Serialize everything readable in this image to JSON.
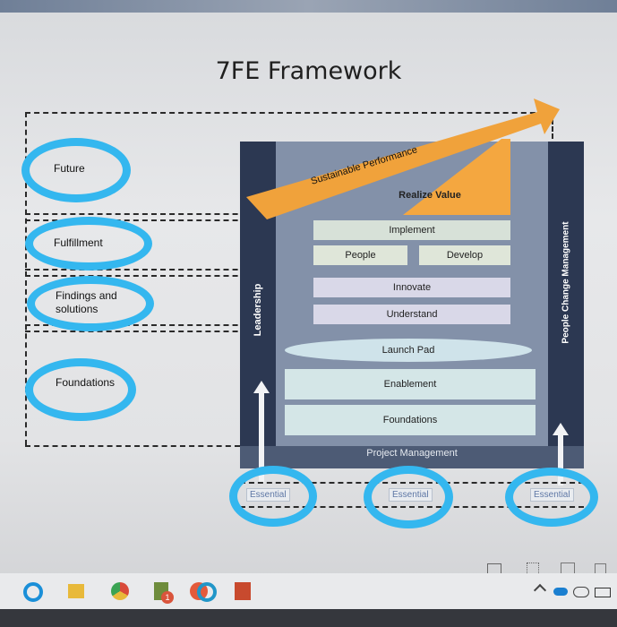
{
  "slide": {
    "title": "7FE Framework",
    "stages": {
      "future": "Future",
      "fulfillment": "Fulfillment",
      "findings": "Findings and solutions",
      "foundations": "Foundations"
    },
    "arrow_label": "Sustainable Performance",
    "layers": {
      "realize_value": "Realize Value",
      "implement": "Implement",
      "people": "People",
      "develop": "Develop",
      "innovate": "Innovate",
      "understand": "Understand",
      "launch_pad": "Launch Pad",
      "enablement": "Enablement",
      "foundations": "Foundations"
    },
    "leadership": "Leadership",
    "people_change": "People Change Management",
    "project_management": "Project Management",
    "essentials": [
      "Essential",
      "Essential",
      "Essential"
    ]
  },
  "taskbar": {
    "notification_badge": "1"
  },
  "colors": {
    "highlight_circle": "#34b7ef",
    "arrow": "#f0a23b",
    "panel_dark": "#2c3852"
  }
}
